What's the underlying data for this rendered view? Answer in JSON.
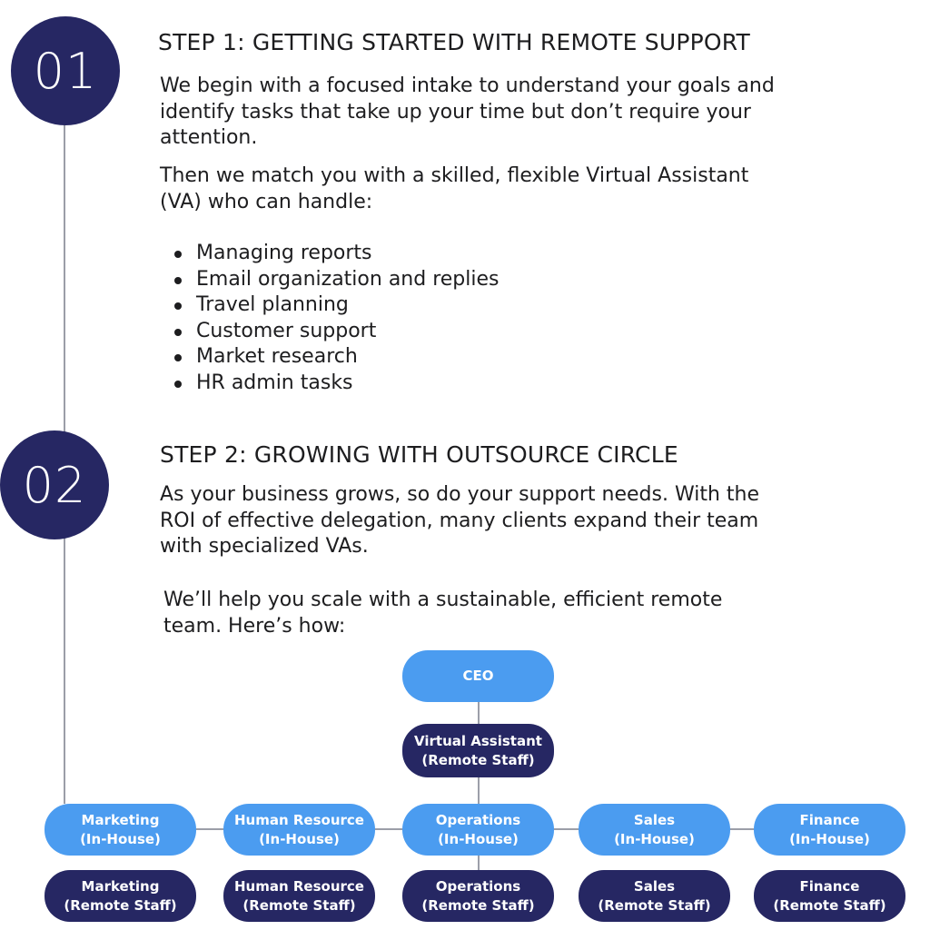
{
  "step1": {
    "number": "01",
    "heading": "STEP 1: GETTING STARTED WITH REMOTE SUPPORT",
    "intro": "We begin with a focused intake to understand your goals and identify tasks that take up your time but don’t require your attention.",
    "match": "Then we match you with a skilled, flexible Virtual Assistant (VA) who can handle:",
    "tasks": [
      "Managing reports",
      "Email organization and replies",
      "Travel planning",
      "Customer support",
      "Market research",
      "HR admin tasks"
    ]
  },
  "step2": {
    "number": "02",
    "heading": "STEP 2: GROWING WITH OUTSOURCE CIRCLE",
    "intro": "As your business grows, so do your support needs. With the ROI of effective delegation, many clients expand their team with specialized VAs.",
    "scale": "We’ll help you scale with a sustainable, efficient remote team. Here’s how:"
  },
  "org_chart": {
    "ceo": "CEO",
    "assistant": {
      "title": "Virtual Assistant",
      "subtitle": "(Remote Staff)"
    },
    "departments": [
      {
        "name": "Marketing",
        "in_house": "(In-House)",
        "remote": "(Remote Staff)"
      },
      {
        "name": "Human Resource",
        "in_house": "(In-House)",
        "remote": "(Remote Staff)"
      },
      {
        "name": "Operations",
        "in_house": "(In-House)",
        "remote": "(Remote Staff)"
      },
      {
        "name": "Sales",
        "in_house": "(In-House)",
        "remote": "(Remote Staff)"
      },
      {
        "name": "Finance",
        "in_house": "(In-House)",
        "remote": "(Remote Staff)"
      }
    ]
  },
  "colors": {
    "navy": "#262763",
    "blue": "#4b9cf0",
    "line": "#7a7f8c"
  }
}
